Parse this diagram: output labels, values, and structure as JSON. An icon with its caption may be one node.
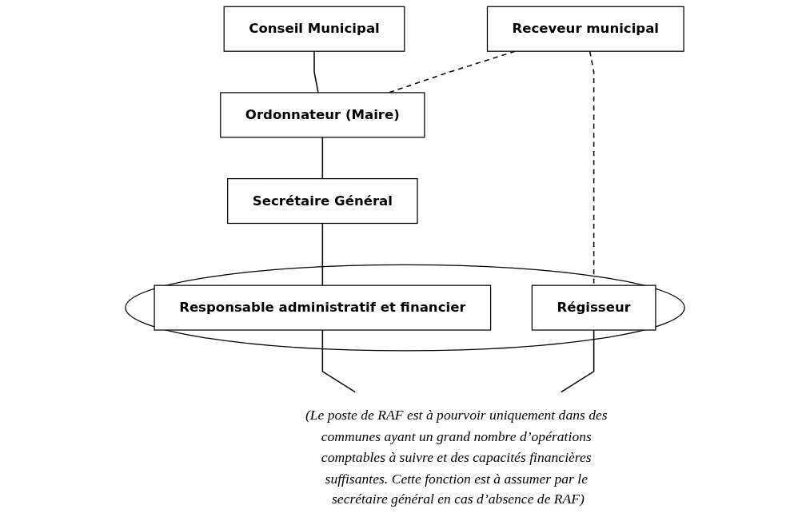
{
  "diagram": {
    "nodes": [
      {
        "text": [
          "Conseil Municipal"
        ]
      },
      {
        "text": [
          "Receveur municipal"
        ]
      },
      {
        "text": [
          "Ordonnateur (Maire)"
        ]
      },
      {
        "text": [
          "Secrétaire Général"
        ]
      },
      {
        "text": [],
        "shape": "ellipse"
      },
      {
        "text": [
          "Responsable administratif et financier"
        ],
        "in": 4
      },
      {
        "text": [
          "Régisseur"
        ],
        "in": 4
      },
      {
        "text": [
          "(Le poste de RAF est à pourvoir uniquement dans des communes ayant un grand nombre d’opérations comptables à suivre et des capacités financières suffisantes. Cette fonction est à assumer par le secrétaire général en cas d’absence de RAF)"
        ]
      }
    ],
    "edges": [
      {
        "from": 0,
        "to": 2,
        "arrow": "none"
      },
      {
        "from": 1,
        "to": 2,
        "arrow": "none",
        "style": "dashed"
      },
      {
        "from": 2,
        "to": 3,
        "arrow": "none"
      },
      {
        "from": 3,
        "to": 5,
        "arrow": "none"
      },
      {
        "from": 1,
        "to": 6,
        "arrow": "none",
        "style": "dashed"
      },
      {
        "from": 5,
        "to": 7,
        "arrow": "none"
      },
      {
        "from": 6,
        "to": 7,
        "arrow": "none"
      }
    ]
  }
}
